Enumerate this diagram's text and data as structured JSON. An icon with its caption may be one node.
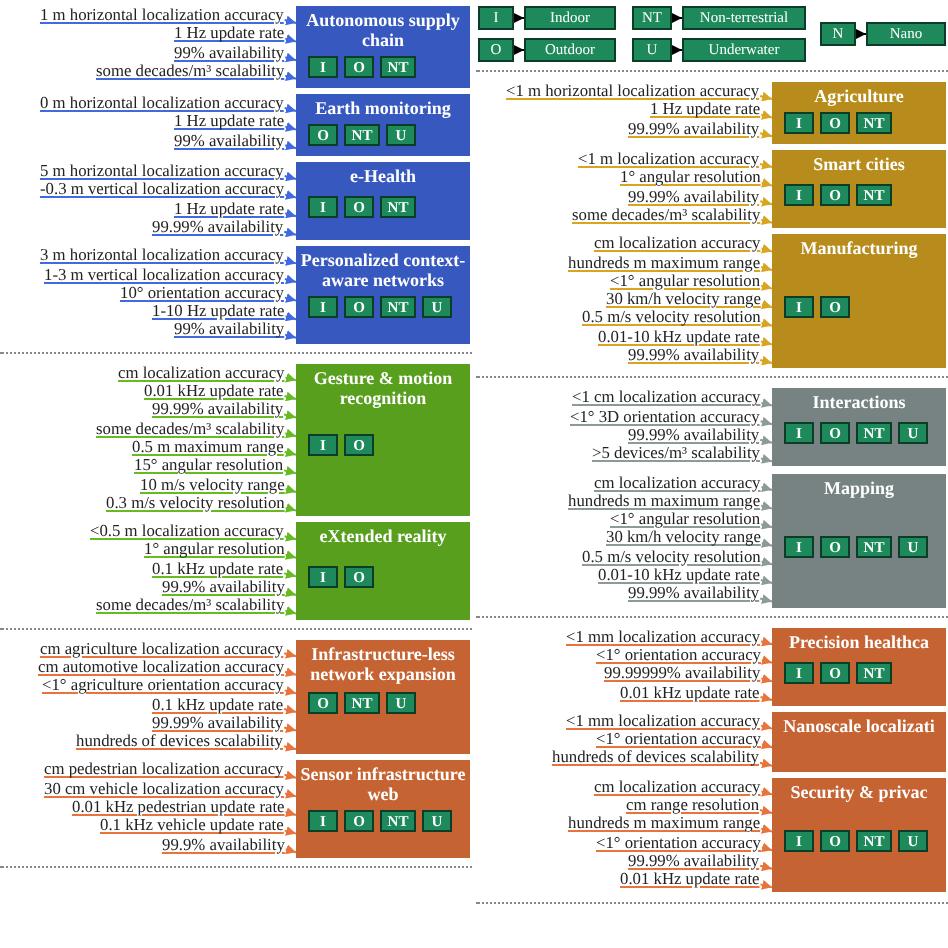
{
  "diagram": {
    "nodes": [
      {
        "text": [
          "I"
        ]
      },
      {
        "text": [
          "Indoor"
        ]
      },
      {
        "text": [
          "O"
        ]
      },
      {
        "text": [
          "Outdoor"
        ]
      },
      {
        "text": [
          "NT"
        ]
      },
      {
        "text": [
          "Non-terrestrial"
        ]
      },
      {
        "text": [
          "U"
        ]
      },
      {
        "text": [
          "Underwater"
        ]
      },
      {
        "text": [
          "N"
        ]
      },
      {
        "text": [
          "Nano"
        ]
      },
      {
        "text": [
          "Autonomous supply chain"
        ]
      },
      {
        "text": [
          "I"
        ],
        "in": 10
      },
      {
        "text": [
          "O"
        ],
        "in": 10
      },
      {
        "text": [
          "NT"
        ],
        "in": 10
      },
      {
        "text": [
          "1 m horizontal localization accuracy"
        ]
      },
      {
        "text": [
          "1 Hz update rate"
        ]
      },
      {
        "text": [
          "99% availability"
        ]
      },
      {
        "text": [
          "some decades/m³ scalability"
        ]
      },
      {
        "text": [
          "Earth monitoring"
        ]
      },
      {
        "text": [
          "O"
        ],
        "in": 18
      },
      {
        "text": [
          "NT"
        ],
        "in": 18
      },
      {
        "text": [
          "U"
        ],
        "in": 18
      },
      {
        "text": [
          "0 m horizontal localization accuracy"
        ]
      },
      {
        "text": [
          "1 Hz update rate"
        ]
      },
      {
        "text": [
          "99% availability"
        ]
      },
      {
        "text": [
          "e-Health"
        ]
      },
      {
        "text": [
          "I"
        ],
        "in": 25
      },
      {
        "text": [
          "O"
        ],
        "in": 25
      },
      {
        "text": [
          "NT"
        ],
        "in": 25
      },
      {
        "text": [
          "5 m horizontal localization accuracy"
        ]
      },
      {
        "text": [
          "-0.3 m vertical localization accuracy"
        ]
      },
      {
        "text": [
          "1 Hz update rate"
        ]
      },
      {
        "text": [
          "99.99% availability"
        ]
      },
      {
        "text": [
          "Personalized context-aware networks"
        ]
      },
      {
        "text": [
          "I"
        ],
        "in": 33
      },
      {
        "text": [
          "O"
        ],
        "in": 33
      },
      {
        "text": [
          "NT"
        ],
        "in": 33
      },
      {
        "text": [
          "U"
        ],
        "in": 33
      },
      {
        "text": [
          "3 m horizontal localization accuracy"
        ]
      },
      {
        "text": [
          "1-3 m vertical localization accuracy"
        ]
      },
      {
        "text": [
          "10° orientation accuracy"
        ]
      },
      {
        "text": [
          "1-10 Hz update rate"
        ]
      },
      {
        "text": [
          "99% availability"
        ]
      },
      {
        "text": [
          "Gesture & motion recognition"
        ]
      },
      {
        "text": [
          "I"
        ],
        "in": 43
      },
      {
        "text": [
          "O"
        ],
        "in": 43
      },
      {
        "text": [
          "cm localization accuracy"
        ]
      },
      {
        "text": [
          "0.01 kHz update rate"
        ]
      },
      {
        "text": [
          "99.99% availability"
        ]
      },
      {
        "text": [
          "some decades/m³ scalability"
        ]
      },
      {
        "text": [
          "0.5 m maximum range"
        ]
      },
      {
        "text": [
          "15° angular resolution"
        ]
      },
      {
        "text": [
          "10 m/s velocity range"
        ]
      },
      {
        "text": [
          "0.3 m/s velocity resolution"
        ]
      },
      {
        "text": [
          "eXtended reality"
        ]
      },
      {
        "text": [
          "I"
        ],
        "in": 54
      },
      {
        "text": [
          "O"
        ],
        "in": 54
      },
      {
        "text": [
          "<0.5 m localization accuracy"
        ]
      },
      {
        "text": [
          "1° angular resolution"
        ]
      },
      {
        "text": [
          "0.1 kHz update rate"
        ]
      },
      {
        "text": [
          "99.9% availability"
        ]
      },
      {
        "text": [
          "some decades/m³ scalability"
        ]
      },
      {
        "text": [
          "Infrastructure-less network expansion"
        ]
      },
      {
        "text": [
          "O"
        ],
        "in": 62
      },
      {
        "text": [
          "NT"
        ],
        "in": 62
      },
      {
        "text": [
          "U"
        ],
        "in": 62
      },
      {
        "text": [
          "cm agriculture localization accuracy"
        ]
      },
      {
        "text": [
          "cm automotive localization accuracy"
        ]
      },
      {
        "text": [
          "<1° agriculture orientation accuracy"
        ]
      },
      {
        "text": [
          "0.1 kHz update rate"
        ]
      },
      {
        "text": [
          "99.99% availability"
        ]
      },
      {
        "text": [
          "hundreds of devices scalability"
        ]
      },
      {
        "text": [
          "Sensor infrastructure web"
        ]
      },
      {
        "text": [
          "I"
        ],
        "in": 72
      },
      {
        "text": [
          "O"
        ],
        "in": 72
      },
      {
        "text": [
          "NT"
        ],
        "in": 72
      },
      {
        "text": [
          "U"
        ],
        "in": 72
      },
      {
        "text": [
          "cm pedestrian localization accuracy"
        ]
      },
      {
        "text": [
          "30 cm vehicle localization accuracy"
        ]
      },
      {
        "text": [
          "0.01 kHz pedestrian update rate"
        ]
      },
      {
        "text": [
          "0.1 kHz vehicle update rate"
        ]
      },
      {
        "text": [
          "99.9% availability"
        ]
      },
      {
        "text": [
          "Agriculture"
        ]
      },
      {
        "text": [
          "I"
        ],
        "in": 82
      },
      {
        "text": [
          "O"
        ],
        "in": 82
      },
      {
        "text": [
          "NT"
        ],
        "in": 82
      },
      {
        "text": [
          "<1 m horizontal localization accuracy"
        ]
      },
      {
        "text": [
          "1 Hz update rate"
        ]
      },
      {
        "text": [
          "99.99% availability"
        ]
      },
      {
        "text": [
          "Smart cities"
        ]
      },
      {
        "text": [
          "I"
        ],
        "in": 89
      },
      {
        "text": [
          "O"
        ],
        "in": 89
      },
      {
        "text": [
          "NT"
        ],
        "in": 89
      },
      {
        "text": [
          "<1 m localization accuracy"
        ]
      },
      {
        "text": [
          "1° angular resolution"
        ]
      },
      {
        "text": [
          "99.99% availability"
        ]
      },
      {
        "text": [
          "some decades/m³ scalability"
        ]
      },
      {
        "text": [
          "Manufacturing"
        ]
      },
      {
        "text": [
          "I"
        ],
        "in": 97
      },
      {
        "text": [
          "O"
        ],
        "in": 97
      },
      {
        "text": [
          "cm localization accuracy"
        ]
      },
      {
        "text": [
          "hundreds m maximum range"
        ]
      },
      {
        "text": [
          "<1° angular resolution"
        ]
      },
      {
        "text": [
          "30 km/h velocity range"
        ]
      },
      {
        "text": [
          "0.5 m/s velocity resolution"
        ]
      },
      {
        "text": [
          "0.01-10 kHz update rate"
        ]
      },
      {
        "text": [
          "99.99% availability"
        ]
      },
      {
        "text": [
          "Interactions"
        ]
      },
      {
        "text": [
          "I"
        ],
        "in": 107
      },
      {
        "text": [
          "O"
        ],
        "in": 107
      },
      {
        "text": [
          "NT"
        ],
        "in": 107
      },
      {
        "text": [
          "U"
        ],
        "in": 107
      },
      {
        "text": [
          "<1 cm localization accuracy"
        ]
      },
      {
        "text": [
          "<1° 3D orientation accuracy"
        ]
      },
      {
        "text": [
          "99.99% availability"
        ]
      },
      {
        "text": [
          ">5 devices/m³ scalability"
        ]
      },
      {
        "text": [
          "Mapping"
        ]
      },
      {
        "text": [
          "I"
        ],
        "in": 116
      },
      {
        "text": [
          "O"
        ],
        "in": 116
      },
      {
        "text": [
          "NT"
        ],
        "in": 116
      },
      {
        "text": [
          "U"
        ],
        "in": 116
      },
      {
        "text": [
          "cm localization accuracy"
        ]
      },
      {
        "text": [
          "hundreds m maximum range"
        ]
      },
      {
        "text": [
          "<1° angular resolution"
        ]
      },
      {
        "text": [
          "30 km/h velocity range"
        ]
      },
      {
        "text": [
          "0.5 m/s velocity resolution"
        ]
      },
      {
        "text": [
          "0.01-10 kHz update rate"
        ]
      },
      {
        "text": [
          "99.99% availability"
        ]
      },
      {
        "text": [
          "Precision healthca"
        ]
      },
      {
        "text": [
          "I"
        ],
        "in": 128
      },
      {
        "text": [
          "O"
        ],
        "in": 128
      },
      {
        "text": [
          "NT"
        ],
        "in": 128
      },
      {
        "text": [
          "<1 mm localization accuracy"
        ]
      },
      {
        "text": [
          "<1° orientation accuracy"
        ]
      },
      {
        "text": [
          "99.99999% availability"
        ]
      },
      {
        "text": [
          "0.01 kHz update rate"
        ]
      },
      {
        "text": [
          "Nanoscale localizati"
        ]
      },
      {
        "text": [
          "<1 mm localization accuracy"
        ]
      },
      {
        "text": [
          "<1° orientation accuracy"
        ]
      },
      {
        "text": [
          "hundreds of devices scalability"
        ]
      },
      {
        "text": [
          "Security & privac"
        ]
      },
      {
        "text": [
          "I"
        ],
        "in": 140
      },
      {
        "text": [
          "O"
        ],
        "in": 140
      },
      {
        "text": [
          "NT"
        ],
        "in": 140
      },
      {
        "text": [
          "U"
        ],
        "in": 140
      },
      {
        "text": [
          "cm localization accuracy"
        ]
      },
      {
        "text": [
          "cm range resolution"
        ]
      },
      {
        "text": [
          "hundreds m maximum range"
        ]
      },
      {
        "text": [
          "<1° orientation accuracy"
        ]
      },
      {
        "text": [
          "99.99% availability"
        ]
      },
      {
        "text": [
          "0.01 kHz update rate"
        ]
      }
    ],
    "edges": [
      {
        "from": 0,
        "to": 1,
        "arrow": "to",
        "color": "#000000"
      },
      {
        "from": 2,
        "to": 3,
        "arrow": "to",
        "color": "#000000"
      },
      {
        "from": 4,
        "to": 5,
        "arrow": "to",
        "color": "#000000"
      },
      {
        "from": 6,
        "to": 7,
        "arrow": "to",
        "color": "#000000"
      },
      {
        "from": 8,
        "to": 9,
        "arrow": "to",
        "color": "#000000"
      },
      {
        "from": 14,
        "to": 10,
        "arrow": "to",
        "color": "#4169e1"
      },
      {
        "from": 15,
        "to": 10,
        "arrow": "to",
        "color": "#4169e1"
      },
      {
        "from": 16,
        "to": 10,
        "arrow": "to",
        "color": "#4169e1"
      },
      {
        "from": 17,
        "to": 10,
        "arrow": "to",
        "color": "#4169e1"
      },
      {
        "from": 22,
        "to": 18,
        "arrow": "to",
        "color": "#4169e1"
      },
      {
        "from": 23,
        "to": 18,
        "arrow": "to",
        "color": "#4169e1"
      },
      {
        "from": 24,
        "to": 18,
        "arrow": "to",
        "color": "#4169e1"
      },
      {
        "from": 29,
        "to": 25,
        "arrow": "to",
        "color": "#4169e1"
      },
      {
        "from": 30,
        "to": 25,
        "arrow": "to",
        "color": "#4169e1"
      },
      {
        "from": 31,
        "to": 25,
        "arrow": "to",
        "color": "#4169e1"
      },
      {
        "from": 32,
        "to": 25,
        "arrow": "to",
        "color": "#4169e1"
      },
      {
        "from": 38,
        "to": 33,
        "arrow": "to",
        "color": "#4169e1"
      },
      {
        "from": 39,
        "to": 33,
        "arrow": "to",
        "color": "#4169e1"
      },
      {
        "from": 40,
        "to": 33,
        "arrow": "to",
        "color": "#4169e1"
      },
      {
        "from": 41,
        "to": 33,
        "arrow": "to",
        "color": "#4169e1"
      },
      {
        "from": 42,
        "to": 33,
        "arrow": "to",
        "color": "#4169e1"
      },
      {
        "from": 46,
        "to": 43,
        "arrow": "to",
        "color": "#66bb22"
      },
      {
        "from": 47,
        "to": 43,
        "arrow": "to",
        "color": "#66bb22"
      },
      {
        "from": 48,
        "to": 43,
        "arrow": "to",
        "color": "#66bb22"
      },
      {
        "from": 49,
        "to": 43,
        "arrow": "to",
        "color": "#66bb22"
      },
      {
        "from": 50,
        "to": 43,
        "arrow": "to",
        "color": "#66bb22"
      },
      {
        "from": 51,
        "to": 43,
        "arrow": "to",
        "color": "#66bb22"
      },
      {
        "from": 52,
        "to": 43,
        "arrow": "to",
        "color": "#66bb22"
      },
      {
        "from": 53,
        "to": 43,
        "arrow": "to",
        "color": "#66bb22"
      },
      {
        "from": 57,
        "to": 54,
        "arrow": "to",
        "color": "#66bb22"
      },
      {
        "from": 58,
        "to": 54,
        "arrow": "to",
        "color": "#66bb22"
      },
      {
        "from": 59,
        "to": 54,
        "arrow": "to",
        "color": "#66bb22"
      },
      {
        "from": 60,
        "to": 54,
        "arrow": "to",
        "color": "#66bb22"
      },
      {
        "from": 61,
        "to": 54,
        "arrow": "to",
        "color": "#66bb22"
      },
      {
        "from": 66,
        "to": 62,
        "arrow": "to",
        "color": "#e8743b"
      },
      {
        "from": 67,
        "to": 62,
        "arrow": "to",
        "color": "#e8743b"
      },
      {
        "from": 68,
        "to": 62,
        "arrow": "to",
        "color": "#e8743b"
      },
      {
        "from": 69,
        "to": 62,
        "arrow": "to",
        "color": "#e8743b"
      },
      {
        "from": 70,
        "to": 62,
        "arrow": "to",
        "color": "#e8743b"
      },
      {
        "from": 71,
        "to": 62,
        "arrow": "to",
        "color": "#e8743b"
      },
      {
        "from": 77,
        "to": 72,
        "arrow": "to",
        "color": "#e8743b"
      },
      {
        "from": 78,
        "to": 72,
        "arrow": "to",
        "color": "#e8743b"
      },
      {
        "from": 79,
        "to": 72,
        "arrow": "to",
        "color": "#e8743b"
      },
      {
        "from": 80,
        "to": 72,
        "arrow": "to",
        "color": "#e8743b"
      },
      {
        "from": 81,
        "to": 72,
        "arrow": "to",
        "color": "#e8743b"
      },
      {
        "from": 86,
        "to": 82,
        "arrow": "to",
        "color": "#d9a521"
      },
      {
        "from": 87,
        "to": 82,
        "arrow": "to",
        "color": "#d9a521"
      },
      {
        "from": 88,
        "to": 82,
        "arrow": "to",
        "color": "#d9a521"
      },
      {
        "from": 93,
        "to": 89,
        "arrow": "to",
        "color": "#d9a521"
      },
      {
        "from": 94,
        "to": 89,
        "arrow": "to",
        "color": "#d9a521"
      },
      {
        "from": 95,
        "to": 89,
        "arrow": "to",
        "color": "#d9a521"
      },
      {
        "from": 96,
        "to": 89,
        "arrow": "to",
        "color": "#d9a521"
      },
      {
        "from": 100,
        "to": 97,
        "arrow": "to",
        "color": "#d9a521"
      },
      {
        "from": 101,
        "to": 97,
        "arrow": "to",
        "color": "#d9a521"
      },
      {
        "from": 102,
        "to": 97,
        "arrow": "to",
        "color": "#d9a521"
      },
      {
        "from": 103,
        "to": 97,
        "arrow": "to",
        "color": "#d9a521"
      },
      {
        "from": 104,
        "to": 97,
        "arrow": "to",
        "color": "#d9a521"
      },
      {
        "from": 105,
        "to": 97,
        "arrow": "to",
        "color": "#d9a521"
      },
      {
        "from": 106,
        "to": 97,
        "arrow": "to",
        "color": "#d9a521"
      },
      {
        "from": 112,
        "to": 107,
        "arrow": "to",
        "color": "#8c9a9a"
      },
      {
        "from": 113,
        "to": 107,
        "arrow": "to",
        "color": "#8c9a9a"
      },
      {
        "from": 114,
        "to": 107,
        "arrow": "to",
        "color": "#8c9a9a"
      },
      {
        "from": 115,
        "to": 107,
        "arrow": "to",
        "color": "#8c9a9a"
      },
      {
        "from": 121,
        "to": 116,
        "arrow": "to",
        "color": "#8c9a9a"
      },
      {
        "from": 122,
        "to": 116,
        "arrow": "to",
        "color": "#8c9a9a"
      },
      {
        "from": 123,
        "to": 116,
        "arrow": "to",
        "color": "#8c9a9a"
      },
      {
        "from": 124,
        "to": 116,
        "arrow": "to",
        "color": "#8c9a9a"
      },
      {
        "from": 125,
        "to": 116,
        "arrow": "to",
        "color": "#8c9a9a"
      },
      {
        "from": 126,
        "to": 116,
        "arrow": "to",
        "color": "#8c9a9a"
      },
      {
        "from": 127,
        "to": 116,
        "arrow": "to",
        "color": "#8c9a9a"
      },
      {
        "from": 132,
        "to": 128,
        "arrow": "to",
        "color": "#e8743b"
      },
      {
        "from": 133,
        "to": 128,
        "arrow": "to",
        "color": "#e8743b"
      },
      {
        "from": 134,
        "to": 128,
        "arrow": "to",
        "color": "#e8743b"
      },
      {
        "from": 135,
        "to": 128,
        "arrow": "to",
        "color": "#e8743b"
      },
      {
        "from": 137,
        "to": 136,
        "arrow": "to",
        "color": "#e8743b"
      },
      {
        "from": 138,
        "to": 136,
        "arrow": "to",
        "color": "#e8743b"
      },
      {
        "from": 139,
        "to": 136,
        "arrow": "to",
        "color": "#e8743b"
      },
      {
        "from": 145,
        "to": 140,
        "arrow": "to",
        "color": "#e8743b"
      },
      {
        "from": 146,
        "to": 140,
        "arrow": "to",
        "color": "#e8743b"
      },
      {
        "from": 147,
        "to": 140,
        "arrow": "to",
        "color": "#e8743b"
      },
      {
        "from": 148,
        "to": 140,
        "arrow": "to",
        "color": "#e8743b"
      },
      {
        "from": 149,
        "to": 140,
        "arrow": "to",
        "color": "#e8743b"
      },
      {
        "from": 150,
        "to": 140,
        "arrow": "to",
        "color": "#e8743b"
      }
    ]
  }
}
